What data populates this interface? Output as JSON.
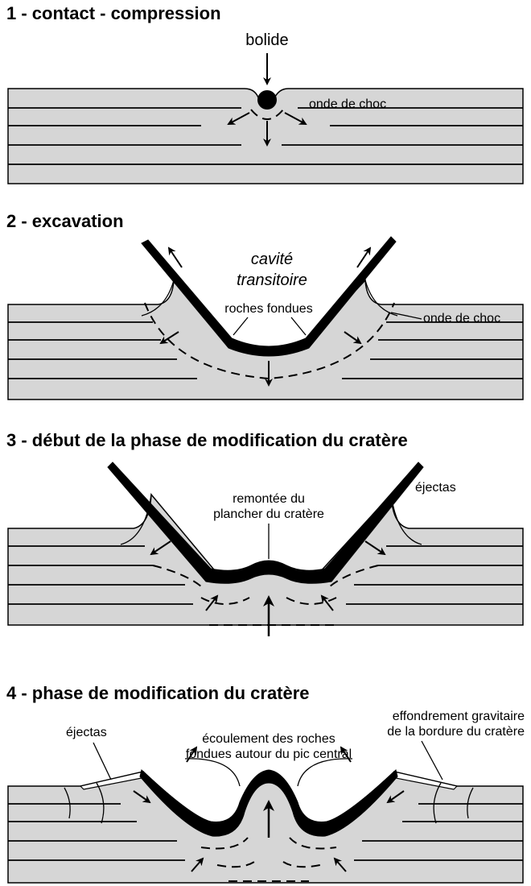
{
  "panels": [
    {
      "title": "1 - contact - compression",
      "labels": {
        "bolide": "bolide",
        "shock_wave": "onde de choc"
      }
    },
    {
      "title": "2 - excavation",
      "labels": {
        "cavity_line1": "cavité",
        "cavity_line2": "transitoire",
        "melt": "roches fondues",
        "shock_wave": "onde de choc"
      }
    },
    {
      "title": "3 - début de la phase de modification du cratère",
      "labels": {
        "rebound_line1": "remontée du",
        "rebound_line2": "plancher du cratère",
        "ejecta": "éjectas"
      }
    },
    {
      "title": "4 - phase de modification du cratère",
      "labels": {
        "ejecta": "éjectas",
        "flow_line1": "écoulement des roches",
        "flow_line2": "fondues autour du pic central",
        "collapse_line1": "effondrement gravitaire",
        "collapse_line2": "de la bordure du cratère"
      }
    }
  ]
}
